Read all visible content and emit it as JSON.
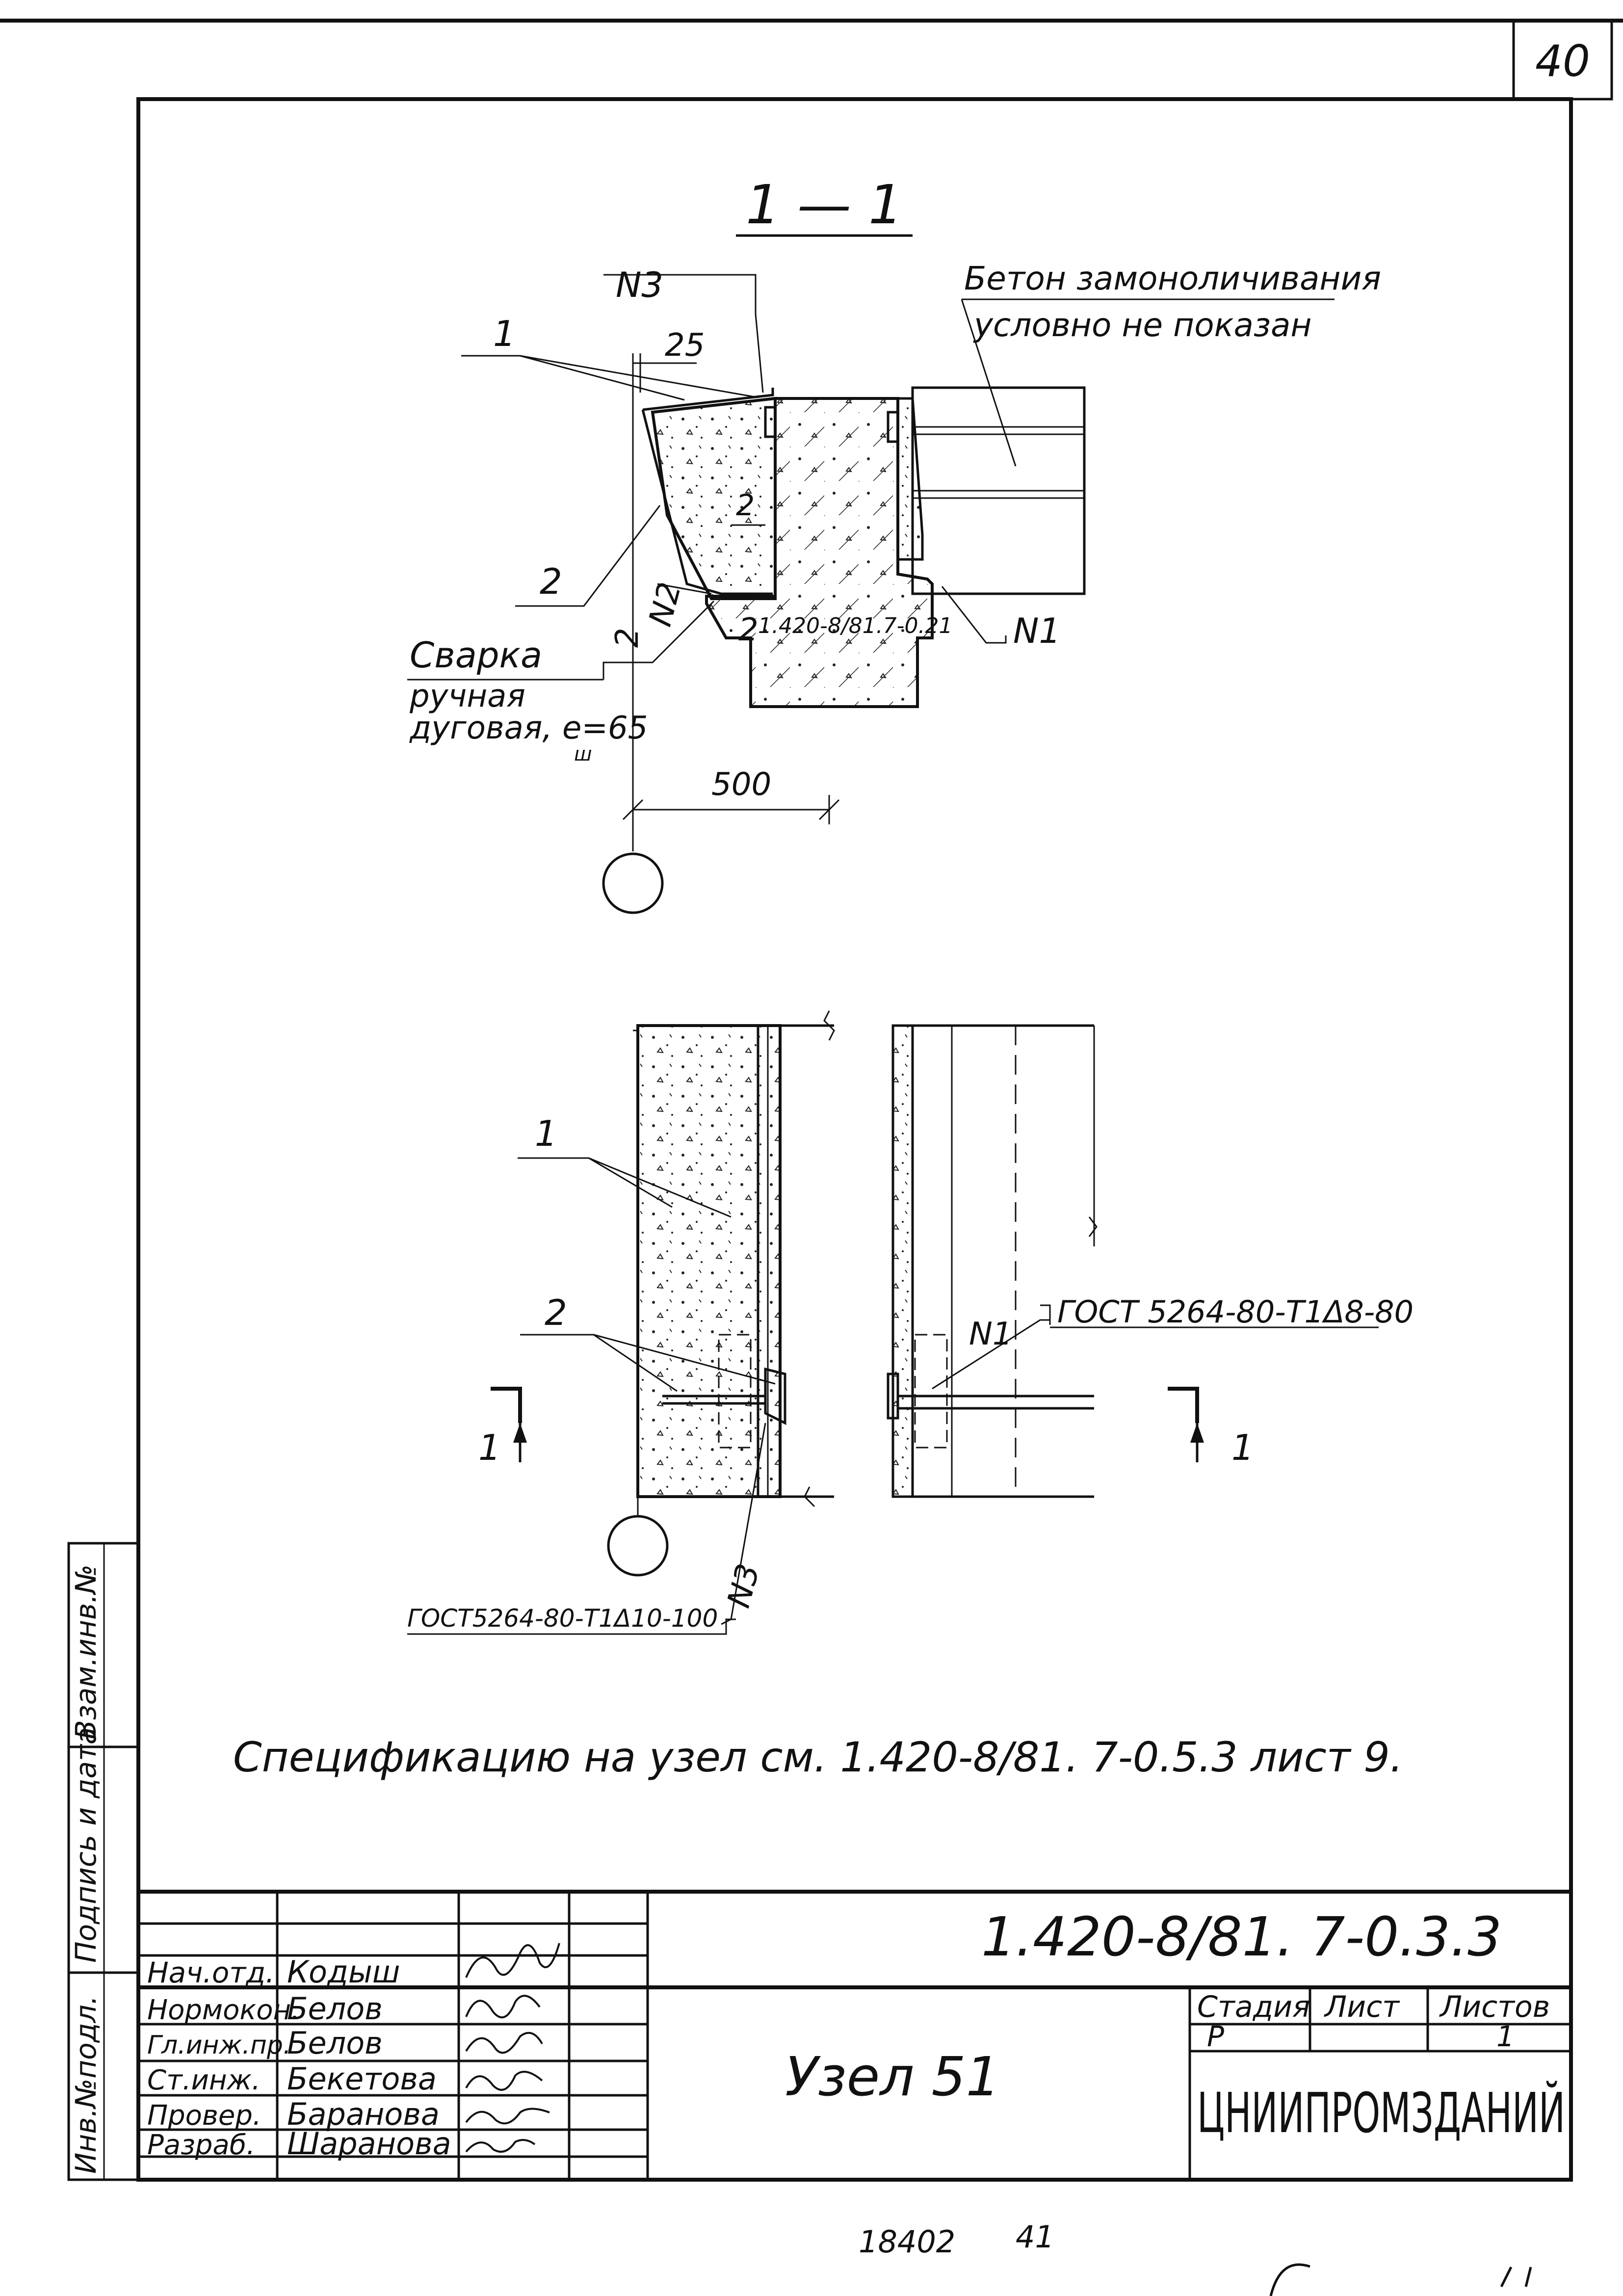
{
  "sheet_number": "40",
  "section_label": "1 — 1",
  "labels": {
    "n1": "N1",
    "n2": "N2",
    "n3": "N3",
    "n3_lower": "N3",
    "n1_lower": "N1",
    "item1_top": "1",
    "item2_top": "2",
    "item2_n2": "2",
    "item2_section": "2",
    "item1_lower": "1",
    "item2_lower": "2",
    "dim_25": "25",
    "dim_500": "500",
    "dim_2": "2",
    "ref_inner": "1.420-8/81.7-0.21",
    "concrete_note_1": "Бетон замоноличивания",
    "concrete_note_2": "условно не показан",
    "weld_note_1": "Сварка",
    "weld_note_2": "ручная",
    "weld_note_3": "дуговая, e=65",
    "weld_note_sub": "ш",
    "gost_right": "ГОСТ 5264-80-Т1Δ8-80",
    "gost_left": "ГОСТ5264-80-Т1Δ10-100",
    "cut_left": "1",
    "cut_right": "1"
  },
  "spec_note": "Спецификацию на узел см. 1.420-8/81. 7-0.5.3 лист 9.",
  "side_stamp": [
    "Инв.№подл.",
    "Подпись и дата",
    "Взам.инв.№"
  ],
  "title_block": {
    "doc_code": "1.420-8/81. 7-0.3.3",
    "title": "Узел 51",
    "org": "ЦНИИПРОМЗДАНИЙ",
    "stage_header": "Стадия",
    "sheet_header": "Лист",
    "sheets_header": "Листов",
    "stage": "Р",
    "sheet": "",
    "sheets": "1",
    "roles": [
      {
        "role": "Нач.отд.",
        "name": "Кодыш"
      },
      {
        "role": "Нормокон.",
        "name": "Белов"
      },
      {
        "role": "Гл.инж.пр.",
        "name": "Белов"
      },
      {
        "role": "Ст.инж.",
        "name": "Бекетова"
      },
      {
        "role": "Провер.",
        "name": "Баранова"
      },
      {
        "role": "Разраб.",
        "name": "Шаранова"
      }
    ]
  },
  "footer": {
    "archive_no": "18402",
    "page_no": "41"
  }
}
